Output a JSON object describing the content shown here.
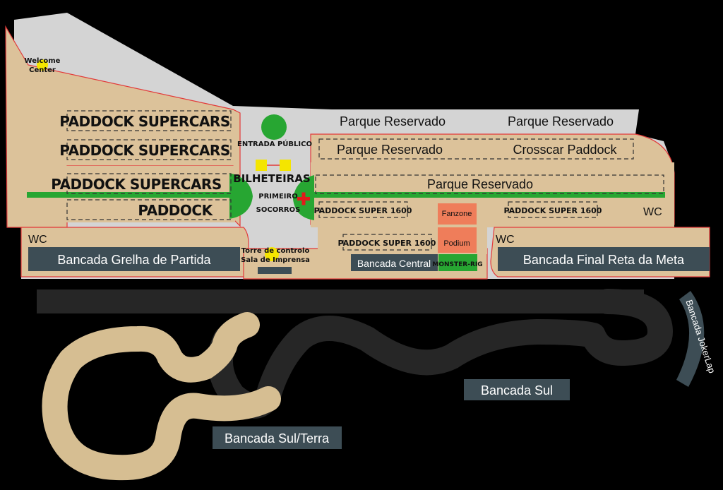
{
  "colors": {
    "background": "#000000",
    "zone": "#dcc29a",
    "ground": "#d4d4d4",
    "track_asphalt": "#262626",
    "track_dirt": "#d6be92",
    "stand_fill": "#3d4d55",
    "green": "#27a632",
    "orange": "#ef7d5a",
    "yellow": "#f4e500",
    "red_outline": "#e23a3a",
    "first_aid_cross": "#e21b1b"
  },
  "labels": {
    "welcome_center": [
      "Welcome",
      "Center"
    ],
    "paddock_supercars_1": "PADDOCK SUPERCARS",
    "paddock_supercars_2": "PADDOCK SUPERCARS",
    "paddock_supercars_3": "PADDOCK SUPERCARS",
    "paddock": "PADDOCK",
    "entrada_publico": "ENTRADA PÚBLICO",
    "bilheteiras": "BILHETEIRAS",
    "primeiros_socorros": [
      "PRIMEIRO",
      "SOCORROS"
    ],
    "parque_reservado_top_1": "Parque Reservado",
    "parque_reservado_top_2": "Parque Reservado",
    "parque_reservado_box": "Parque Reservado",
    "crosscar_paddock": "Crosscar Paddock",
    "parque_reservado_wide": "Parque Reservado",
    "paddock_super1600_1": "PADDOCK SUPER 1600",
    "paddock_super1600_2": "PADDOCK SUPER 1600",
    "paddock_super1600_3": "PADDOCK SUPER 1600",
    "fanzone": "Fanzone",
    "podium": "Podium",
    "monster_rig": "MONSTER-RIG",
    "wc_right": "WC",
    "wc_left": "WC",
    "wc_mid": "WC",
    "torre_controlo": [
      "Torre de controlo",
      "Sala de Imprensa"
    ],
    "bancada_grelha": "Bancada Grelha de Partida",
    "bancada_central": "Bancada Central",
    "bancada_final": "Bancada Final Reta da Meta",
    "bancada_sul": "Bancada Sul",
    "bancada_sul_terra": "Bancada Sul/Terra",
    "bancada_jokerlap": "Bancada JokerLap"
  }
}
